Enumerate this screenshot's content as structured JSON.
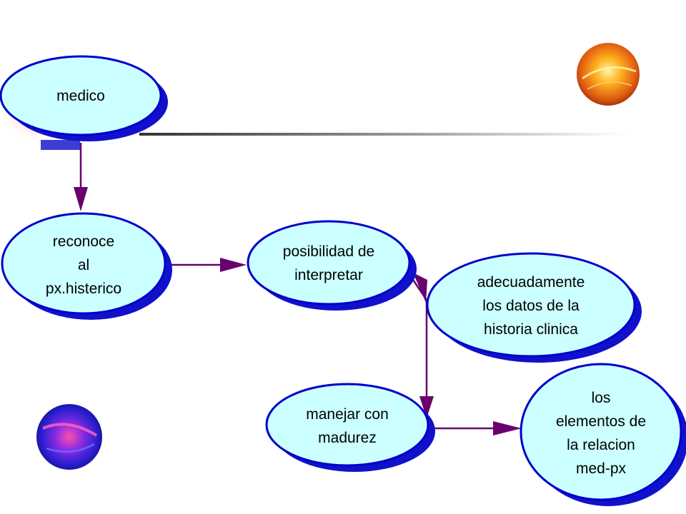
{
  "colors": {
    "node_fill": "#ccffff",
    "node_stroke": "#0000cc",
    "node_shadow": "#1111cc",
    "arrow": "#6a006e",
    "rule": "#808080"
  },
  "decorations": {
    "top_right_icon": "orange-sphere-icon",
    "bottom_left_icon": "blue-sphere-icon"
  },
  "nodes": {
    "medico": {
      "lines": [
        "medico"
      ]
    },
    "reconoce": {
      "lines": [
        "reconoce",
        "al",
        "px.histerico"
      ]
    },
    "posibilidad": {
      "lines": [
        "posibilidad de",
        "interpretar"
      ]
    },
    "adecuadamente": {
      "lines": [
        "adecuadamente",
        "los datos de la",
        "historia clinica"
      ]
    },
    "manejar": {
      "lines": [
        "manejar con",
        "madurez"
      ]
    },
    "elementos": {
      "lines": [
        "los",
        "elementos de",
        "la relacion",
        "med-px"
      ]
    }
  },
  "edges": [
    {
      "from": "medico",
      "to": "reconoce"
    },
    {
      "from": "reconoce",
      "to": "posibilidad"
    },
    {
      "from": "posibilidad",
      "to": "manejar"
    },
    {
      "from": "manejar",
      "to": "elementos"
    }
  ]
}
